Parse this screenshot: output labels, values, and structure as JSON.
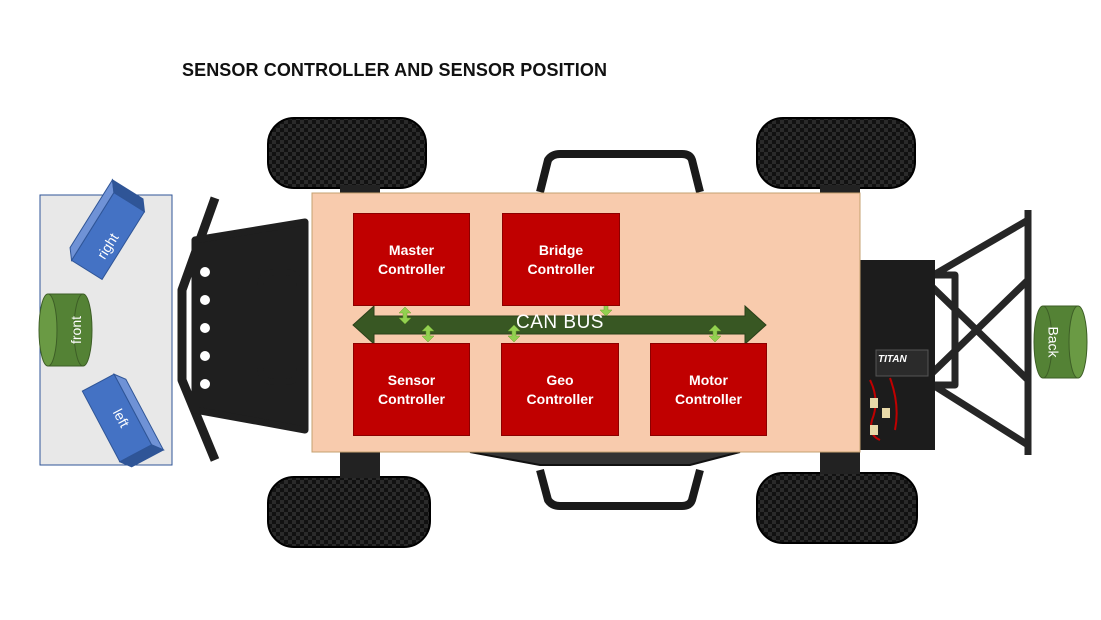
{
  "title": "SENSOR CONTROLLER AND SENSOR POSITION",
  "bus": {
    "label": "CAN BUS"
  },
  "controllers": {
    "master": [
      "Master",
      "Controller"
    ],
    "bridge": [
      "Bridge",
      "Controller"
    ],
    "sensor": [
      "Sensor",
      "Controller"
    ],
    "geo": [
      "Geo",
      "Controller"
    ],
    "motor": [
      "Motor",
      "Controller"
    ]
  },
  "sensors": {
    "right": "right",
    "front": "front",
    "left": "left",
    "back": "Back"
  },
  "motor_badge": "TITAN",
  "colors": {
    "controller": "#c00000",
    "bus": "#385723",
    "board": "#f8cbad",
    "sensor_blue": "#4472c4",
    "sensor_green": "#548235",
    "connector": "#92d050"
  }
}
